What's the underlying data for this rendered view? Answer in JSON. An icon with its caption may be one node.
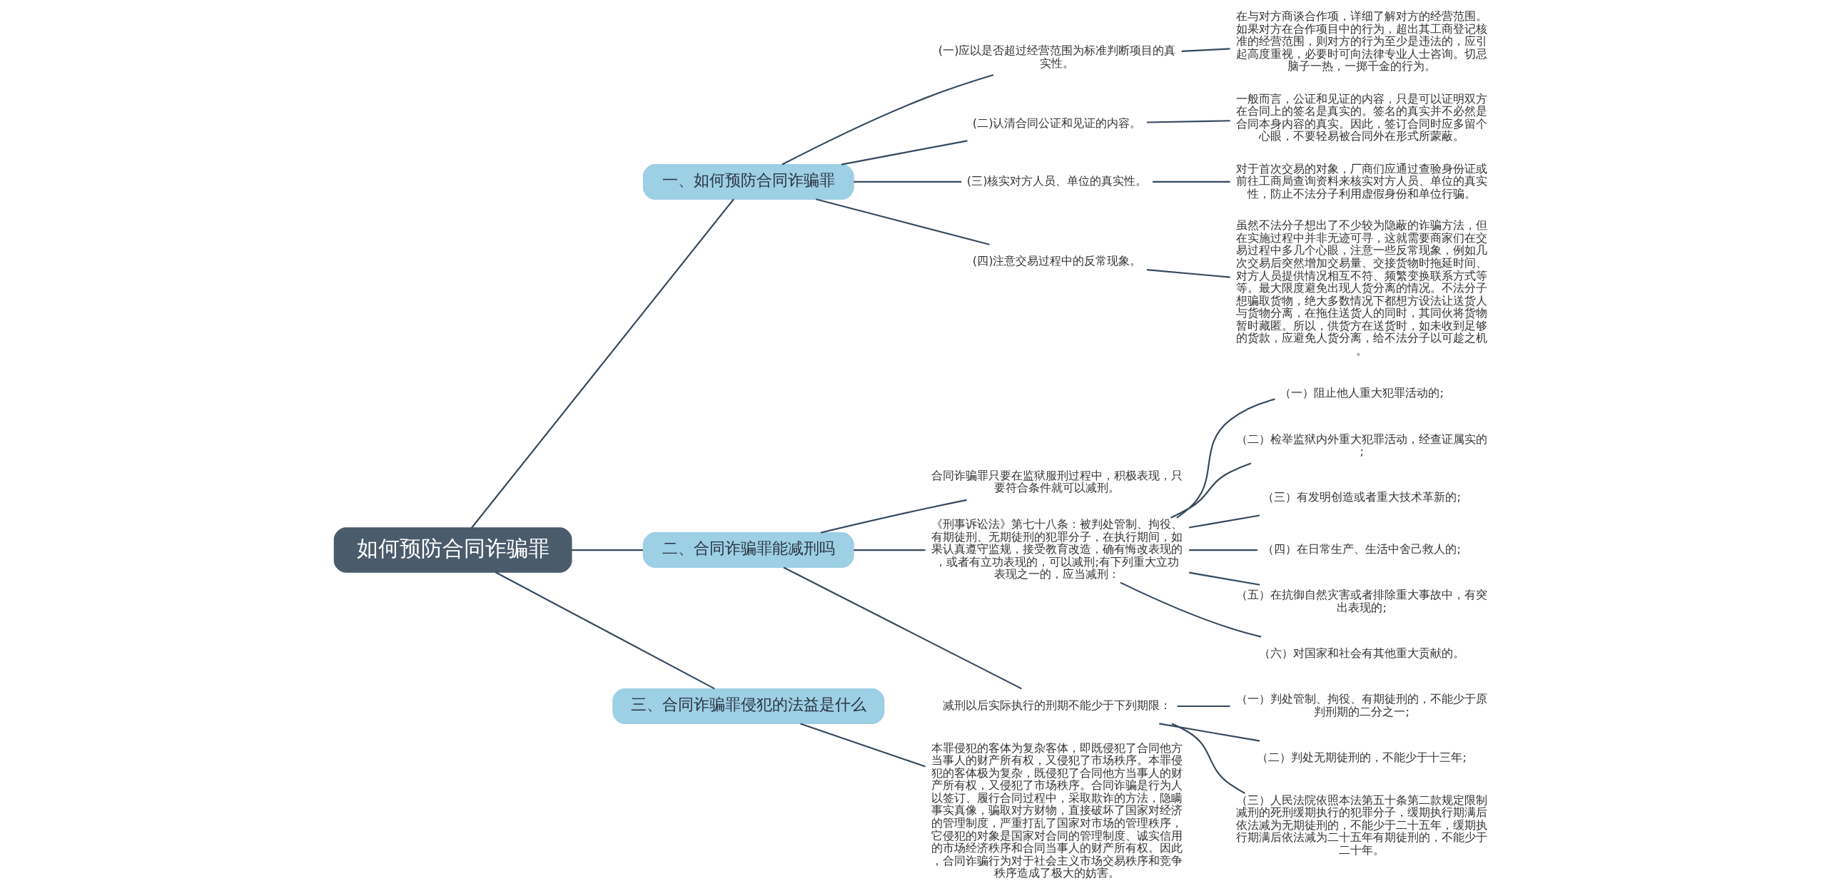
{
  "diagram": {
    "nodes": [
      {
        "text": [
          "如何预防合同诈骗罪"
        ]
      },
      {
        "text": [
          "一、如何预防合同诈骗罪"
        ]
      },
      {
        "text": [
          "(一)应以是否超过经营范围为标准判断项目的真实性。"
        ]
      },
      {
        "text": [
          "在与对方商谈合作项，详细了解对方的经营范围。如果对方在合作项目中的行为，超出其工商登记核准的经营范围，则对方的行为至少是违法的，应引起高度重视，必要时可向法律专业人士咨询。切忌脑子一热，一掷千金的行为。"
        ]
      },
      {
        "text": [
          "(二)认清合同公证和见证的内容。"
        ]
      },
      {
        "text": [
          "一般而言，公证和见证的内容，只是可以证明双方在合同上的签名是真实的。签名的真实并不必然是合同本身内容的真实。因此，签订合同时应多留个心眼，不要轻易被合同外在形式所蒙蔽。"
        ]
      },
      {
        "text": [
          "(三)核实对方人员、单位的真实性。"
        ]
      },
      {
        "text": [
          "对于首次交易的对象，厂商们应通过查验身份证或前往工商局查询资料来核实对方人员、单位的真实性，防止不法分子利用虚假身份和单位行骗。"
        ]
      },
      {
        "text": [
          "(四)注意交易过程中的反常现象。"
        ]
      },
      {
        "text": [
          "虽然不法分子想出了不少较为隐蔽的诈骗方法，但在实施过程中并非无迹可寻，这就需要商家们在交易过程中多几个心眼，注意一些反常现象，例如几次交易后突然增加交易量、交接货物时拖延时间、对方人员提供情况相互不符、频繁变换联系方式等等。最大限度避免出现人货分离的情况。不法分子想骗取货物，绝大多数情况下都想方设法让送货人与货物分离，在拖住送货人的同时，其同伙将货物暂时藏匿。所以，供货方在送货时，如未收到足够的货款，应避免人货分离，给不法分子以可趁之机。"
        ]
      },
      {
        "text": [
          "二、合同诈骗罪能减刑吗"
        ]
      },
      {
        "text": [
          "合同诈骗罪只要在监狱服刑过程中，积极表现，只要符合条件就可以减刑。"
        ]
      },
      {
        "text": [
          "《刑事诉讼法》第七十八条：被判处管制、拘役、有期徒刑、无期徒刑的犯罪分子，在执行期间，如果认真遵守监规，接受教育改造，确有悔改表现的，或者有立功表现的，可以减刑;有下列重大立功表现之一的，应当减刑："
        ]
      },
      {
        "text": [
          "（一）阻止他人重大犯罪活动的;"
        ]
      },
      {
        "text": [
          "（二）检举监狱内外重大犯罪活动，经查证属实的;"
        ]
      },
      {
        "text": [
          "（三）有发明创造或者重大技术革新的;"
        ]
      },
      {
        "text": [
          "（四）在日常生产、生活中舍己救人的;"
        ]
      },
      {
        "text": [
          "（五）在抗御自然灾害或者排除重大事故中，有突出表现的;"
        ]
      },
      {
        "text": [
          "（六）对国家和社会有其他重大贡献的。"
        ]
      },
      {
        "text": [
          "减刑以后实际执行的刑期不能少于下列期限："
        ]
      },
      {
        "text": [
          "（一）判处管制、拘役、有期徒刑的，不能少于原判刑期的二分之一;"
        ]
      },
      {
        "text": [
          "（二）判处无期徒刑的，不能少于十三年;"
        ]
      },
      {
        "text": [
          "（三）人民法院依照本法第五十条第二款规定限制减刑的死刑缓期执行的犯罪分子，缓期执行期满后依法减为无期徒刑的，不能少于二十五年，缓期执行期满后依法减为二十五年有期徒刑的，不能少于二十年。"
        ]
      },
      {
        "text": [
          "三、合同诈骗罪侵犯的法益是什么"
        ]
      },
      {
        "text": [
          "本罪侵犯的客体为复杂客体，即既侵犯了合同他方当事人的财产所有权，又侵犯了市场秩序。本罪侵犯的客体极为复杂，既侵犯了合同他方当事人的财产所有权，又侵犯了市场秩序。合同诈骗是行为人以签订、履行合同过程中，采取欺诈的方法，隐瞒事实真像，骗取对方财物，直接破坏了国家对经济的管理制度，严重打乱了国家对市场的管理秩序，它侵犯的对象是国家对合同的管理制度、诚实信用的市场经济秩序和合同当事人的财产所有权。因此，合同诈骗行为对于社会主义市场交易秩序和竞争秩序造成了极大的妨害。"
        ]
      }
    ],
    "edges": [
      {
        "from": 0,
        "to": 1,
        "arrow": "none"
      },
      {
        "from": 1,
        "to": 2,
        "arrow": "none"
      },
      {
        "from": 2,
        "to": 3,
        "arrow": "none"
      },
      {
        "from": 1,
        "to": 4,
        "arrow": "none"
      },
      {
        "from": 4,
        "to": 5,
        "arrow": "none"
      },
      {
        "from": 1,
        "to": 6,
        "arrow": "none"
      },
      {
        "from": 6,
        "to": 7,
        "arrow": "none"
      },
      {
        "from": 1,
        "to": 8,
        "arrow": "none"
      },
      {
        "from": 8,
        "to": 9,
        "arrow": "none"
      },
      {
        "from": 0,
        "to": 10,
        "arrow": "none"
      },
      {
        "from": 10,
        "to": 11,
        "arrow": "none"
      },
      {
        "from": 10,
        "to": 12,
        "arrow": "none"
      },
      {
        "from": 12,
        "to": 13,
        "arrow": "none"
      },
      {
        "from": 12,
        "to": 14,
        "arrow": "none"
      },
      {
        "from": 12,
        "to": 15,
        "arrow": "none"
      },
      {
        "from": 12,
        "to": 16,
        "arrow": "none"
      },
      {
        "from": 12,
        "to": 17,
        "arrow": "none"
      },
      {
        "from": 12,
        "to": 18,
        "arrow": "none"
      },
      {
        "from": 10,
        "to": 19,
        "arrow": "none"
      },
      {
        "from": 19,
        "to": 20,
        "arrow": "none"
      },
      {
        "from": 19,
        "to": 21,
        "arrow": "none"
      },
      {
        "from": 19,
        "to": 22,
        "arrow": "none"
      },
      {
        "from": 0,
        "to": 23,
        "arrow": "none"
      },
      {
        "from": 23,
        "to": 24,
        "arrow": "none"
      }
    ]
  }
}
